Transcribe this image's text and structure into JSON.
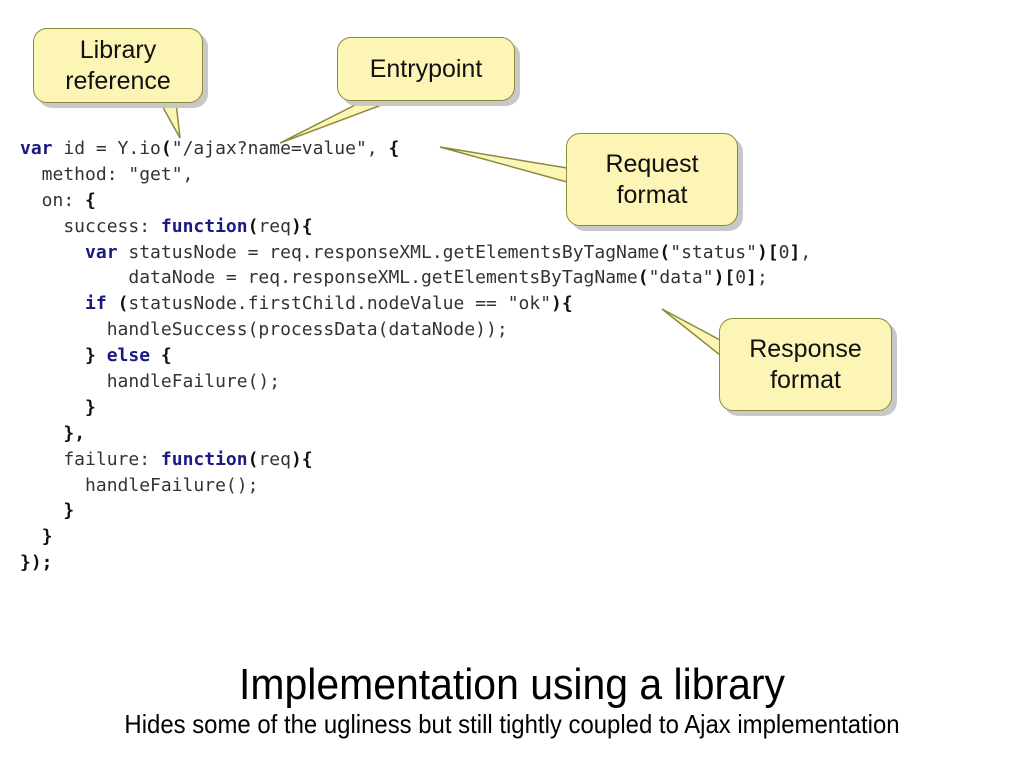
{
  "callouts": {
    "library_reference": "Library\nreference",
    "entrypoint": "Entrypoint",
    "request_format": "Request\nformat",
    "response_format": "Response\nformat"
  },
  "code_lines": [
    [
      {
        "t": "kw",
        "v": "var"
      },
      {
        "t": "tx",
        "v": " id = Y.io"
      },
      {
        "t": "pn",
        "v": "("
      },
      {
        "t": "tx",
        "v": "\"/ajax?name=value\", "
      },
      {
        "t": "pn",
        "v": "{"
      }
    ],
    [
      {
        "t": "tx",
        "v": "  method: \"get\","
      }
    ],
    [
      {
        "t": "tx",
        "v": "  on: "
      },
      {
        "t": "pn",
        "v": "{"
      }
    ],
    [
      {
        "t": "tx",
        "v": "    success: "
      },
      {
        "t": "kw",
        "v": "function"
      },
      {
        "t": "pn",
        "v": "("
      },
      {
        "t": "tx",
        "v": "req"
      },
      {
        "t": "pn",
        "v": "){"
      }
    ],
    [
      {
        "t": "tx",
        "v": "      "
      },
      {
        "t": "kw",
        "v": "var"
      },
      {
        "t": "tx",
        "v": " statusNode = req.responseXML.getElementsByTagName"
      },
      {
        "t": "pn",
        "v": "("
      },
      {
        "t": "tx",
        "v": "\"status\""
      },
      {
        "t": "pn",
        "v": ")["
      },
      {
        "t": "tx",
        "v": "0"
      },
      {
        "t": "pn",
        "v": "]"
      },
      {
        "t": "tx",
        "v": ","
      }
    ],
    [
      {
        "t": "tx",
        "v": "          dataNode = req.responseXML.getElementsByTagName"
      },
      {
        "t": "pn",
        "v": "("
      },
      {
        "t": "tx",
        "v": "\"data\""
      },
      {
        "t": "pn",
        "v": ")["
      },
      {
        "t": "tx",
        "v": "0"
      },
      {
        "t": "pn",
        "v": "]"
      },
      {
        "t": "tx",
        "v": ";"
      }
    ],
    [
      {
        "t": "tx",
        "v": "      "
      },
      {
        "t": "kw",
        "v": "if"
      },
      {
        "t": "tx",
        "v": " "
      },
      {
        "t": "pn",
        "v": "("
      },
      {
        "t": "tx",
        "v": "statusNode.firstChild.nodeValue == \"ok\""
      },
      {
        "t": "pn",
        "v": "){"
      }
    ],
    [
      {
        "t": "tx",
        "v": "        handleSuccess(processData(dataNode));"
      }
    ],
    [
      {
        "t": "tx",
        "v": "      "
      },
      {
        "t": "pn",
        "v": "}"
      },
      {
        "t": "tx",
        "v": " "
      },
      {
        "t": "kw",
        "v": "else"
      },
      {
        "t": "tx",
        "v": " "
      },
      {
        "t": "pn",
        "v": "{"
      }
    ],
    [
      {
        "t": "tx",
        "v": "        handleFailure();"
      }
    ],
    [
      {
        "t": "tx",
        "v": "      "
      },
      {
        "t": "pn",
        "v": "}"
      }
    ],
    [
      {
        "t": "tx",
        "v": "    "
      },
      {
        "t": "pn",
        "v": "},"
      }
    ],
    [
      {
        "t": "tx",
        "v": "    failure: "
      },
      {
        "t": "kw",
        "v": "function"
      },
      {
        "t": "pn",
        "v": "("
      },
      {
        "t": "tx",
        "v": "req"
      },
      {
        "t": "pn",
        "v": "){"
      }
    ],
    [
      {
        "t": "tx",
        "v": "      handleFailure();"
      }
    ],
    [
      {
        "t": "tx",
        "v": "    "
      },
      {
        "t": "pn",
        "v": "}"
      }
    ],
    [
      {
        "t": "tx",
        "v": "  "
      },
      {
        "t": "pn",
        "v": "}"
      }
    ],
    [
      {
        "t": "pn",
        "v": "});"
      }
    ]
  ],
  "title": "Implementation using a library",
  "subtitle": "Hides some of the ugliness but still tightly coupled to Ajax implementation",
  "colors": {
    "callout_fill": "#fdf5b5",
    "callout_border": "#8a8a3a",
    "keyword": "#1a1a80",
    "code_text": "#333333"
  }
}
